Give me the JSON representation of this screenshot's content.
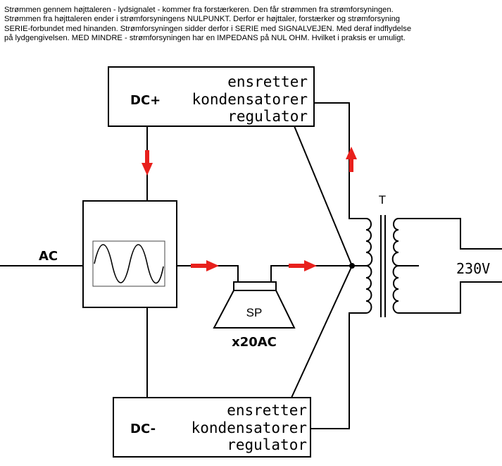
{
  "description": {
    "lines": [
      "Strømmen gennem højttaleren - lydsignalet - kommer fra forstærkeren. Den får strømmen fra strømforsyningen.",
      "Strømmen fra højttaleren ender i strømforsyningens NULPUNKT. Derfor er højttaler, forstærker og strømforsyning",
      "SERIE-forbundet med hinanden. Strømforsyningen sidder derfor i SERIE med SIGNALVEJEN. Med deraf indflydelse",
      "på lydgengivelsen. MED MINDRE - strømforsyningen har en IMPEDANS på NUL OHM. Hvilket i praksis er umuligt."
    ]
  },
  "diagram": {
    "top_supply": {
      "polarity": "DC+",
      "lines": [
        "ensretter",
        "kondensatorer",
        "regulator"
      ]
    },
    "bottom_supply": {
      "polarity": "DC-",
      "lines": [
        "ensretter",
        "kondensatorer",
        "regulator"
      ]
    },
    "amplifier": {
      "input_label": "AC"
    },
    "speaker": {
      "label": "SP",
      "caption": "x20AC"
    },
    "transformer": {
      "label": "T",
      "mains_label": "230V"
    },
    "colors": {
      "arrow": "#e8201c",
      "line": "#000000",
      "sine": "#000000",
      "scope_bg": "#ffffff"
    }
  }
}
